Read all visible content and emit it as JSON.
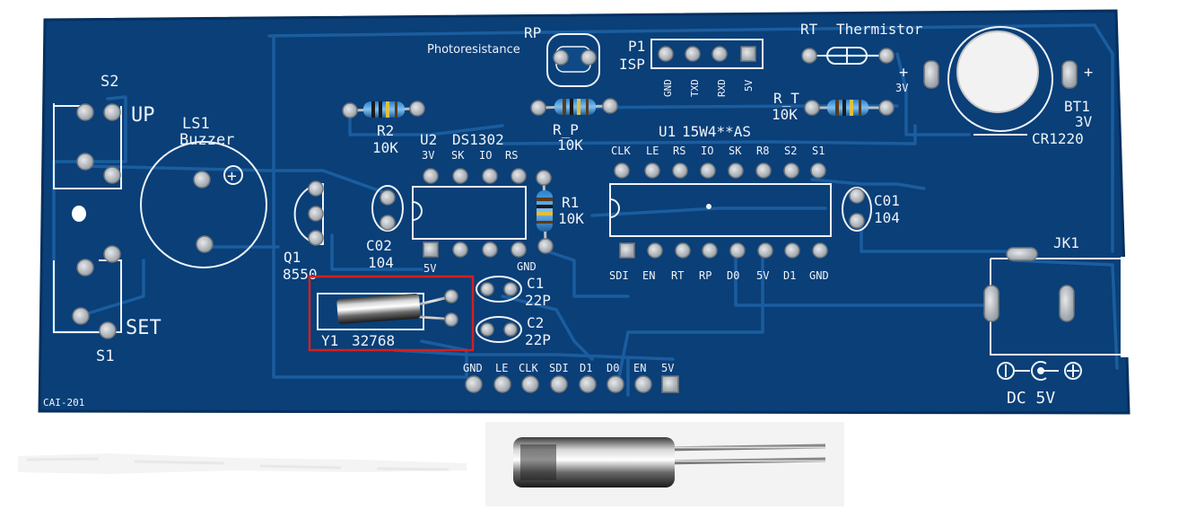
{
  "colors": {
    "board": "#0a3f78",
    "board_dark": "#06305e",
    "trace": "#1b5d9e",
    "silk": "#eef3f8",
    "pad": "#b9bec4",
    "highlight_box": "#d42020",
    "background": "#ffffff"
  },
  "board": {
    "id_label": "CAI-201",
    "switches": {
      "s2": "S2",
      "up": "UP",
      "s1": "S1",
      "set": "SET"
    },
    "buzzer": {
      "ref": "LS1",
      "name": "Buzzer",
      "plus": "+"
    },
    "transistor": {
      "ref": "Q1",
      "part": "8550"
    },
    "photoresistor": {
      "ref": "RP",
      "name": "Photoresistance"
    },
    "isp": {
      "ref": "P1",
      "name": "ISP",
      "pins": [
        "GND",
        "TXD",
        "RXD",
        "5V"
      ]
    },
    "thermistor": {
      "ref": "RT",
      "name": "Thermistor"
    },
    "battery": {
      "ref": "BT1",
      "voltage": "3V",
      "type": "CR1220",
      "plus_left": "+",
      "voltage_left": "3V",
      "plus_right": "+"
    },
    "resistors": {
      "r2_ref": "R2",
      "r2_value": "10K",
      "rp_ref": "R_P",
      "rp_value": "10K",
      "rt_ref": "R_T",
      "rt_value": "10K",
      "r1_ref": "R1",
      "r1_value": "10K"
    },
    "ds1302": {
      "ref": "U2",
      "name": "DS1302",
      "top_pins": [
        "3V",
        "SK",
        "IO",
        "RS"
      ],
      "bottom_pins": [
        "5V",
        "GND"
      ]
    },
    "mcu": {
      "ref": "U1",
      "name": "15W4**AS",
      "top_pins": [
        "CLK",
        "LE",
        "RS",
        "IO",
        "SK",
        "R8",
        "S2",
        "S1"
      ],
      "bottom_pins": [
        "SDI",
        "EN",
        "RT",
        "RP",
        "D0",
        "5V",
        "D1",
        "GND"
      ]
    },
    "capacitors": {
      "c02_ref": "C02",
      "c02_value": "104",
      "c01_ref": "C01",
      "c01_value": "104",
      "c1_ref": "C1",
      "c1_value": "22P",
      "c2_ref": "C2",
      "c2_value": "22P"
    },
    "crystal": {
      "ref": "Y1",
      "freq": "32768"
    },
    "header_pins": [
      "GND",
      "LE",
      "CLK",
      "SDI",
      "D1",
      "D0",
      "EN",
      "5V"
    ],
    "power": {
      "jack_ref": "JK1",
      "label": "DC 5V"
    }
  },
  "photo": {
    "subject_icon": "crystal-oscillator-photo"
  }
}
